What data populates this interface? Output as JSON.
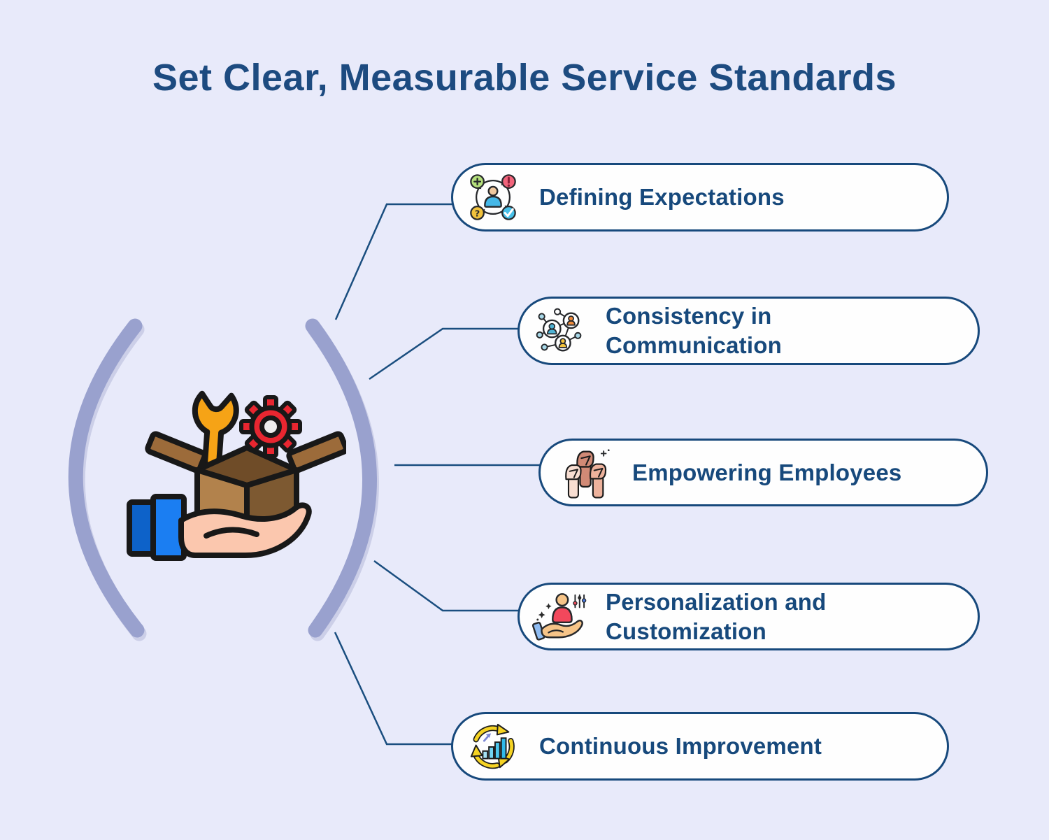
{
  "title": "Set Clear, Measurable Service Standards",
  "items": [
    {
      "label": "Defining Expectations",
      "icon": "expectations-cycle-icon"
    },
    {
      "label": "Consistency in\nCommunication",
      "icon": "communication-network-icon"
    },
    {
      "label": "Empowering Employees",
      "icon": "raised-fists-icon"
    },
    {
      "label": "Personalization and\nCustomization",
      "icon": "hand-holding-person-icon"
    },
    {
      "label": "Continuous Improvement",
      "icon": "improvement-cycle-chart-icon"
    }
  ],
  "center_icon": "hand-holding-box-with-tools",
  "colors": {
    "background": "#e8eafa",
    "navy_accent": "#17497c",
    "title_navy": "#1d4b80",
    "pill_fill": "#fefefe",
    "parenthesis_gray": "#99a1ce",
    "wrench_orange": "#f6a316",
    "gear_red": "#e82630",
    "box_brown": "#b2824c",
    "hand_peach": "#fbc7ae",
    "sleeve_blue": "#1b7ef2"
  }
}
